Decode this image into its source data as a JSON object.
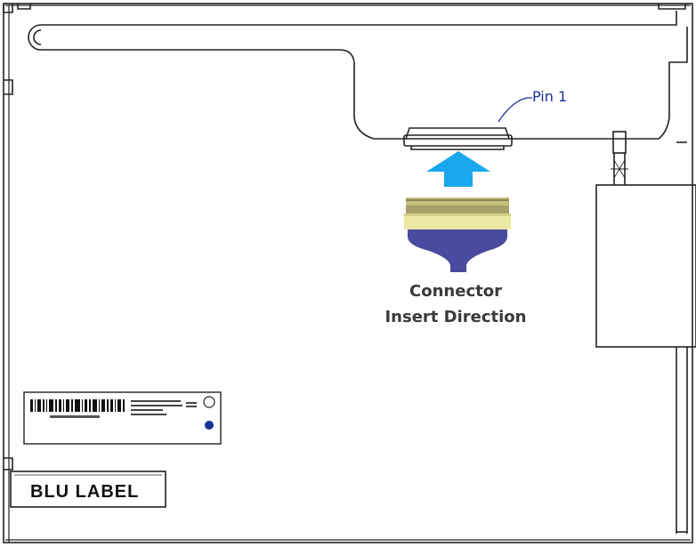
{
  "annotations": {
    "pin_label": "Pin 1",
    "connector_line1": "Connector",
    "connector_line2": "Insert Direction",
    "blu_label": "BLU LABEL"
  },
  "colors": {
    "outline": "#222222",
    "arrow": "#19a7ee",
    "connector_body": "#ece9a4",
    "cable": "#4a4aa0",
    "pin_text": "#1c2f9a",
    "caption_text": "#3a3a3a"
  },
  "icons": {
    "insert_arrow": "arrow-up-icon",
    "connector": "fpc-connector-icon",
    "cable": "ribbon-cable-icon",
    "barcode": "barcode-icon"
  }
}
